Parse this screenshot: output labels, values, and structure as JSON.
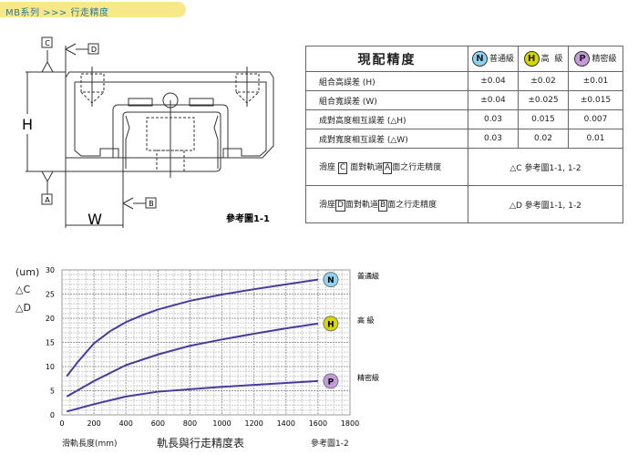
{
  "header": {
    "title": "MB系列  >>>  行走精度"
  },
  "figure1": {
    "labels": {
      "C": "C",
      "D": "D",
      "A": "A",
      "B": "B",
      "H": "H",
      "W": "W"
    },
    "caption": "參考圖1-1"
  },
  "table": {
    "title": "現配精度",
    "grades": [
      {
        "letter": "N",
        "label": "普通級",
        "color": "#8fd3f2"
      },
      {
        "letter": "H",
        "label": "高  級",
        "color": "#d6d600"
      },
      {
        "letter": "P",
        "label": "精密級",
        "color": "#c59ad9"
      }
    ],
    "rows": [
      {
        "label": "組合高誤差 (H)",
        "values": [
          "±0.04",
          "±0.02",
          "±0.01"
        ]
      },
      {
        "label": "組合寬誤差 (W)",
        "values": [
          "±0.04",
          "±0.025",
          "±0.015"
        ]
      },
      {
        "label": "成對高度相互誤差 (△H)",
        "values": [
          "0.03",
          "0.015",
          "0.007"
        ]
      },
      {
        "label": "成對寬度相互誤差 (△W)",
        "values": [
          "0.03",
          "0.02",
          "0.01"
        ]
      }
    ],
    "run_rows": [
      {
        "pre": "滑座",
        "box1": "C",
        "mid": "面對軌道",
        "box2": "A",
        "post": "面之行走精度",
        "value": "△C 參考圖1-1, 1-2"
      },
      {
        "pre": "滑座",
        "box1": "D",
        "mid": "面對軌道",
        "box2": "B",
        "post": "面之行走精度",
        "value": "△D 參考圖1-1, 1-2"
      }
    ]
  },
  "chart_data": {
    "type": "line",
    "title": "軌長與行走精度表",
    "xlabel": "滑軌長度(mm)",
    "ylabel_lines": [
      "(um)",
      "△C",
      "△D"
    ],
    "caption": "參考圖1-2",
    "xlim": [
      0,
      1800
    ],
    "ylim": [
      0,
      30
    ],
    "xticks": [
      0,
      200,
      400,
      600,
      800,
      1000,
      1200,
      1400,
      1600,
      1800
    ],
    "yticks": [
      0,
      5,
      10,
      15,
      20,
      25,
      30
    ],
    "grid": true,
    "line_color": "#4b3a9e",
    "series": [
      {
        "name": "N",
        "label": "普通級",
        "color": "#8fd3f2",
        "x": [
          30,
          100,
          200,
          300,
          400,
          500,
          600,
          800,
          1000,
          1200,
          1400,
          1600
        ],
        "y": [
          8,
          11,
          14.8,
          17.3,
          19.2,
          20.6,
          21.8,
          23.6,
          24.9,
          26,
          27,
          28
        ]
      },
      {
        "name": "H",
        "label": "高  級",
        "color": "#d6d600",
        "x": [
          30,
          200,
          400,
          600,
          800,
          1000,
          1200,
          1400,
          1600
        ],
        "y": [
          3.8,
          7,
          10.3,
          12.5,
          14.3,
          15.6,
          16.8,
          17.9,
          18.9
        ]
      },
      {
        "name": "P",
        "label": "精密級",
        "color": "#c59ad9",
        "x": [
          30,
          200,
          400,
          600,
          800,
          1000,
          1200,
          1400,
          1600
        ],
        "y": [
          0.7,
          2.2,
          3.8,
          4.8,
          5.3,
          5.8,
          6.2,
          6.6,
          7
        ]
      }
    ]
  }
}
